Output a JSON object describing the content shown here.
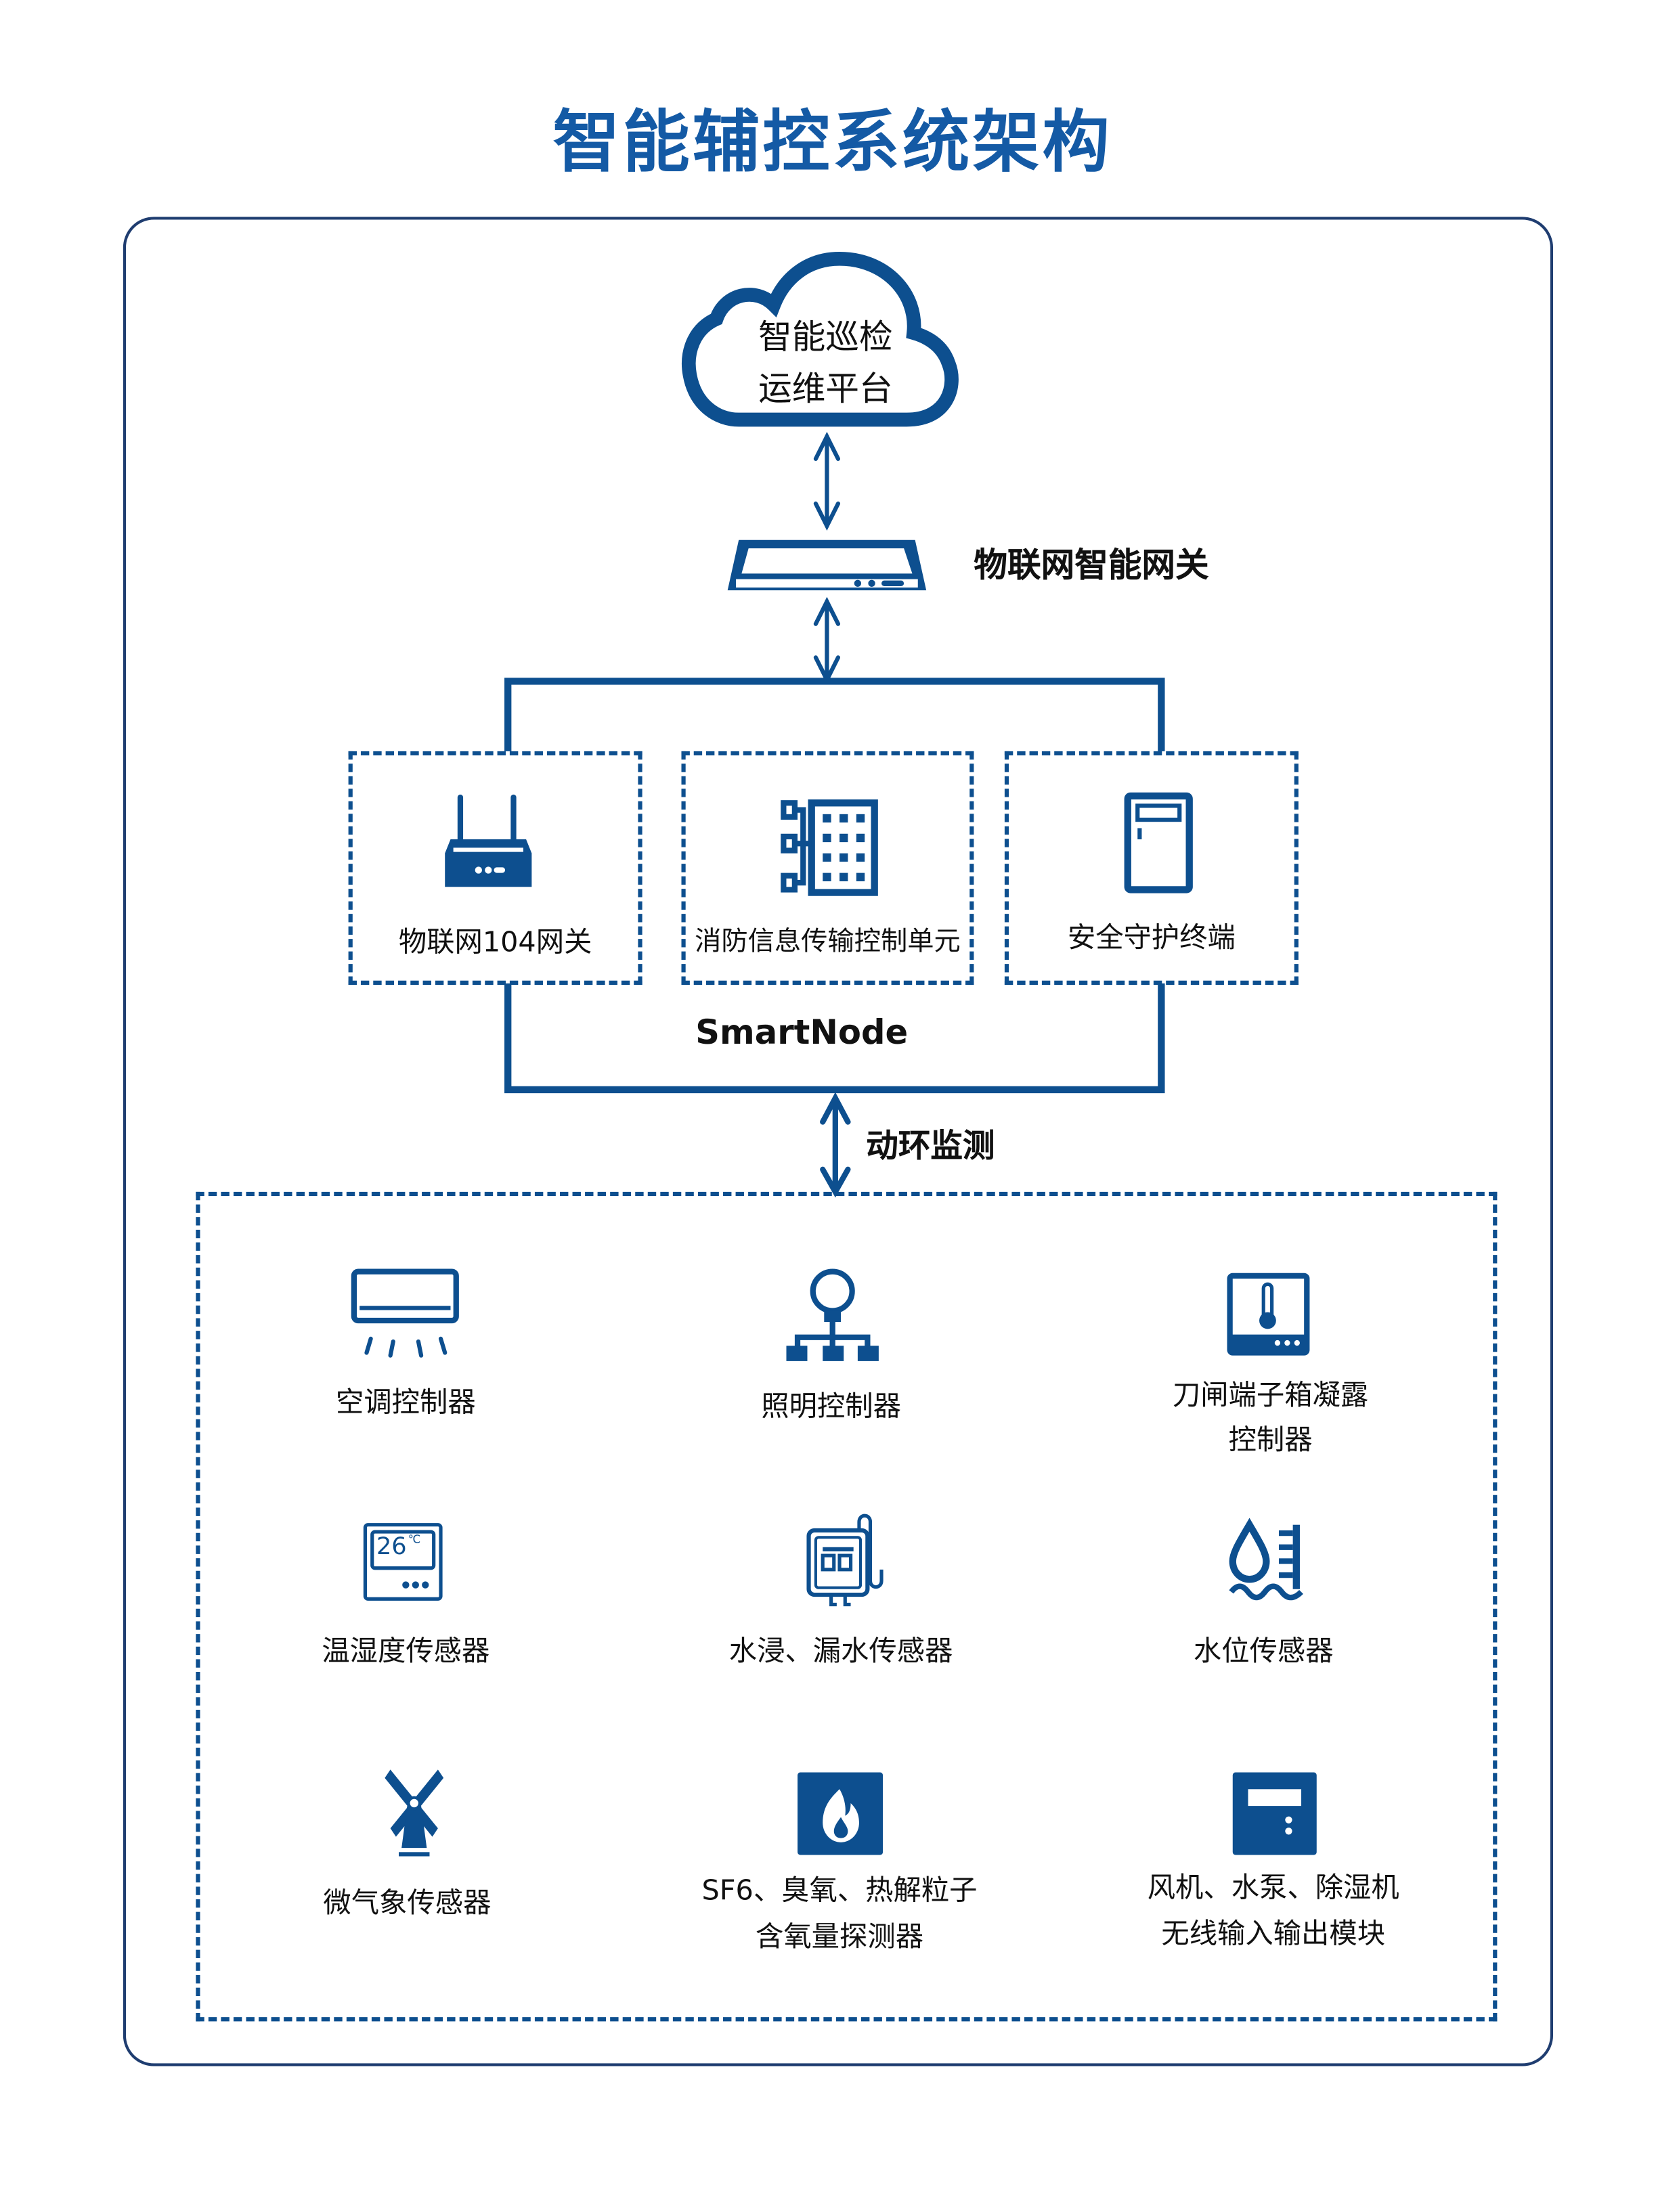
{
  "title": "智能辅控系统架构",
  "colors": {
    "primary": "#0d4f8f",
    "title": "#145aa5",
    "frame": "#1f3d70"
  },
  "cloud": {
    "line1": "智能巡检",
    "line2": "运维平台",
    "icon": "cloud-icon"
  },
  "gateway": {
    "label": "物联网智能网关",
    "icon": "gateway-device-icon"
  },
  "smartnode": {
    "label": "SmartNode",
    "units": [
      {
        "label": "物联网104网关",
        "icon": "router-icon"
      },
      {
        "label": "消防信息传输控制单元",
        "icon": "building-network-icon"
      },
      {
        "label": "安全守护终端",
        "icon": "cabinet-icon"
      }
    ]
  },
  "monitoring": {
    "label": "动环监测",
    "devices": [
      {
        "lines": [
          "空调控制器"
        ],
        "icon": "air-conditioner-icon"
      },
      {
        "lines": [
          "照明控制器"
        ],
        "icon": "light-bulb-icon"
      },
      {
        "lines": [
          "刀闸端子箱凝露",
          "控制器"
        ],
        "icon": "thermometer-box-icon"
      },
      {
        "lines": [
          "温湿度传感器"
        ],
        "icon": "thermostat-icon",
        "display": "26",
        "unit": "℃"
      },
      {
        "lines": [
          "水浸、漏水传感器"
        ],
        "icon": "water-leak-sensor-icon"
      },
      {
        "lines": [
          "水位传感器"
        ],
        "icon": "water-level-icon"
      },
      {
        "lines": [
          "微气象传感器"
        ],
        "icon": "windmill-icon"
      },
      {
        "lines": [
          "SF6、臭氧、热解粒子",
          "含氧量探测器"
        ],
        "icon": "flame-icon"
      },
      {
        "lines": [
          "风机、水泵、除湿机",
          "无线输入输出模块"
        ],
        "icon": "io-module-icon"
      }
    ]
  }
}
